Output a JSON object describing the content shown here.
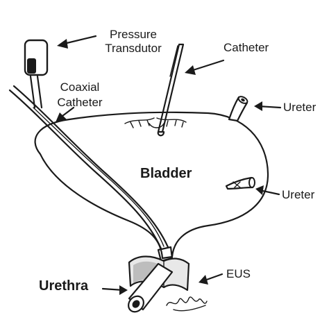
{
  "labels": {
    "pressure_transducer": "Pressure\nTransdutor",
    "catheter": "Catheter",
    "coaxial_catheter": "Coaxial\nCatheter",
    "ureter_upper": "Ureter",
    "ureter_lower": "Ureter",
    "bladder": "Bladder",
    "eus": "EUS",
    "urethra": "Urethra"
  }
}
